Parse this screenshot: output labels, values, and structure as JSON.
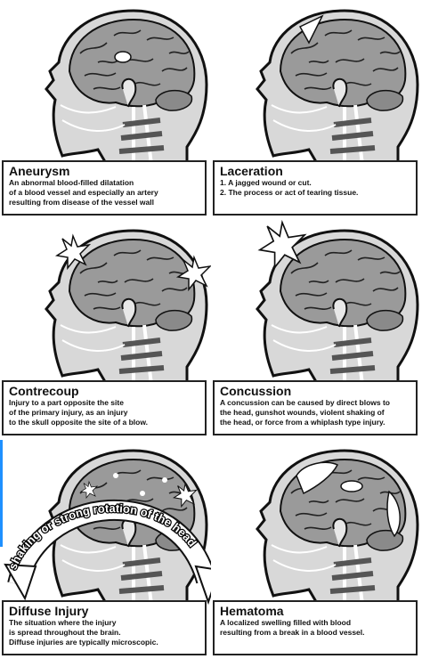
{
  "panels": [
    {
      "title": "Aneurysm",
      "lines": [
        "An abnormal blood-filled dilatation",
        "of a blood vessel and especially an artery",
        "resulting from disease of the vessel wall"
      ]
    },
    {
      "title": "Laceration",
      "lines": [
        "1. A jagged wound or cut.",
        "2. The process or act of tearing tissue."
      ]
    },
    {
      "title": "Contrecoup",
      "lines": [
        "Injury to a part opposite the site",
        "of the primary injury, as an injury",
        "to the skull opposite the site of a blow."
      ]
    },
    {
      "title": "Concussion",
      "lines": [
        "A concussion can be caused by direct blows to",
        "the head, gunshot wounds, violent shaking of",
        "the head, or force from a whiplash type injury."
      ]
    },
    {
      "title": "Diffuse Injury",
      "lines": [
        "The situation where the injury",
        "is spread throughout the brain.",
        "Diffuse injuries are typically microscopic."
      ]
    },
    {
      "title": "Hematoma",
      "lines": [
        "A localized swelling filled with blood",
        "resulting from a break in a blood vessel."
      ]
    }
  ],
  "arrow_label": "shaking or strong rotation of the head"
}
